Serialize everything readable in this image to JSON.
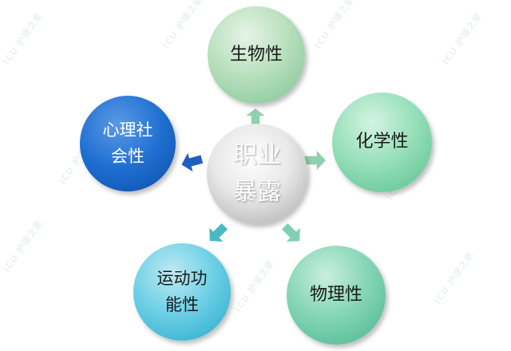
{
  "diagram": {
    "center": {
      "line1": "职业",
      "line2": "暴露"
    },
    "nodes": {
      "biological": {
        "text": "生物性"
      },
      "chemical": {
        "text": "化学性"
      },
      "physical": {
        "text": "物理性"
      },
      "motor": {
        "line1": "运动功",
        "line2": "能性"
      },
      "psychosocial": {
        "line1": "心理社",
        "line2": "会性"
      }
    }
  },
  "watermark": {
    "text": "ICU 护理之家"
  },
  "colors": {
    "center": "#d0d0d0",
    "biological": "#a8d8b0",
    "chemical": "#7dd3a8",
    "physical": "#6ccaa6",
    "motor": "#4cc3dd",
    "psychosocial": "#1f6fd1",
    "arrow_green": "#8ed1aa",
    "arrow_teal": "#4bb9c4",
    "arrow_blue": "#1f5fbf"
  },
  "icons": [
    "arrow-up-icon",
    "arrow-right-icon",
    "arrow-down-right-icon",
    "arrow-down-left-icon",
    "arrow-left-icon"
  ]
}
